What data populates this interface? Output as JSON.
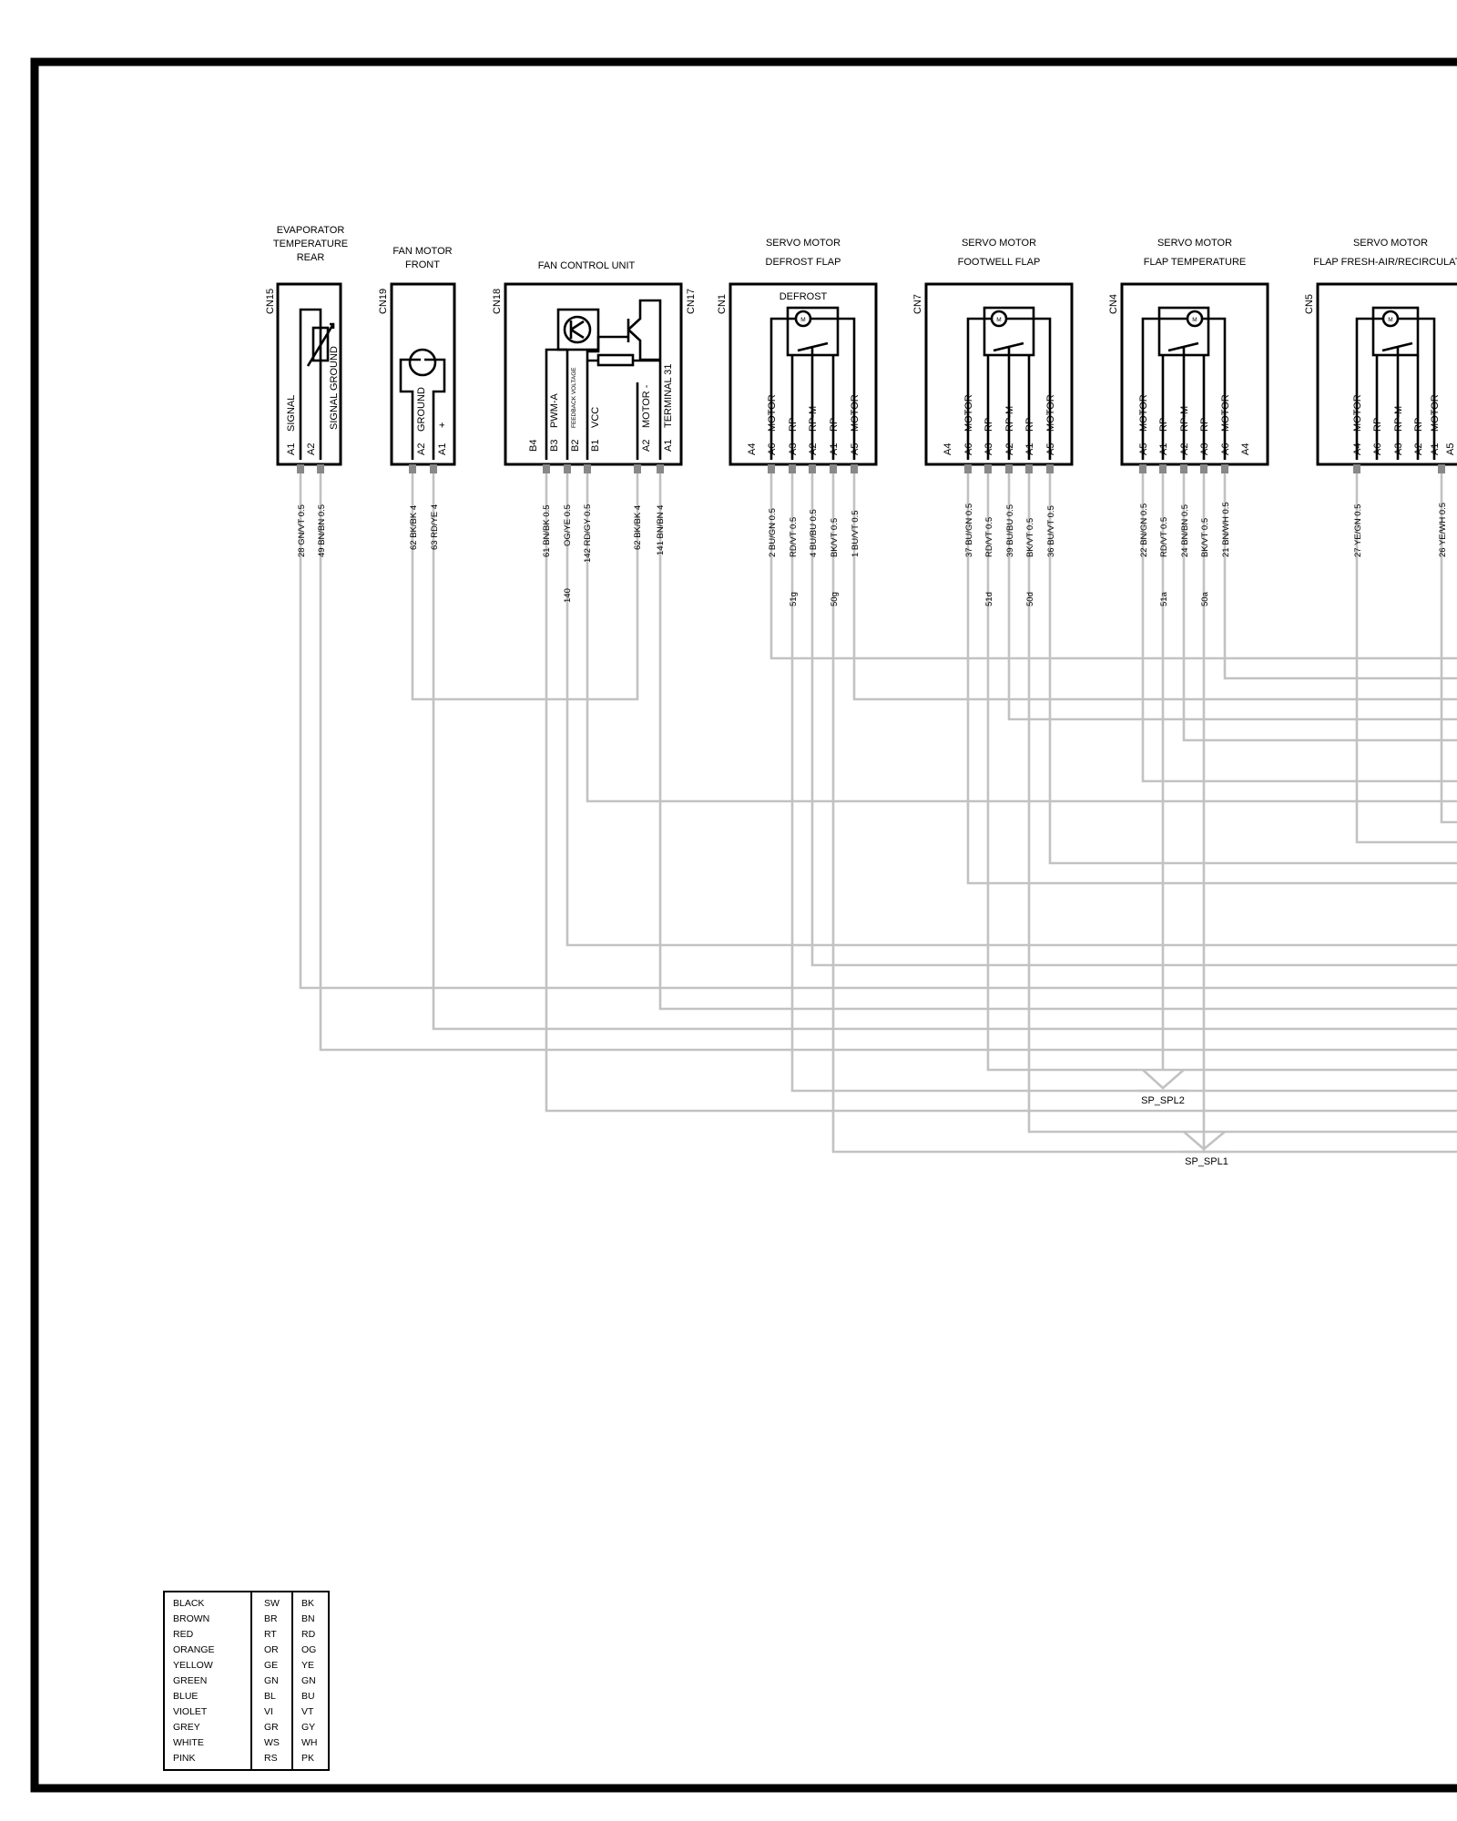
{
  "colors": {
    "frame": "#000000",
    "wire": "#c2c2c2",
    "pin": "#888888"
  },
  "components": [
    {
      "id": "CN15",
      "title": [
        "EVAPORATOR",
        "TEMPERATURE",
        "REAR"
      ],
      "pins": [
        "A1",
        "A2"
      ],
      "functions": [
        "SIGNAL",
        "SIGNAL GROUND"
      ],
      "wires": [
        "28 GN/VT 0.5",
        "49 BN/BN 0.5"
      ]
    },
    {
      "id": "CN19",
      "title": [
        "FAN MOTOR",
        "FRONT"
      ],
      "pins": [
        "A2",
        "A1"
      ],
      "functions": [
        "GROUND",
        "+"
      ],
      "wires": [
        "62 BK/BK 4",
        "63 RD/YE 4"
      ]
    },
    {
      "id": "CN18",
      "title": [
        "FAN CONTROL UNIT"
      ],
      "pins": [
        "B4",
        "B3",
        "B2",
        "B1"
      ],
      "functions": [
        "PWM-A",
        "FEEDBACK VOLTAGE",
        "VCC"
      ],
      "wires": [
        "61 BN/BK 0.5",
        "OG/YE 0.5",
        "142 RD/GY 0.5"
      ],
      "junctions": [
        "140"
      ]
    },
    {
      "id": "CN17",
      "pins": [
        "A2",
        "A1"
      ],
      "functions": [
        "MOTOR -",
        "TERMINAL 31"
      ],
      "wires": [
        "62 BK/BK 4",
        "141 BN/BN 4"
      ]
    },
    {
      "id": "CN1",
      "title": [
        "SERVO MOTOR",
        "DEFROST FLAP"
      ],
      "inner": "DEFROST",
      "pins": [
        "A4",
        "A6",
        "A3",
        "A2",
        "A1",
        "A5"
      ],
      "functions": [
        "MOTOR",
        "RP",
        "RP-M",
        "RP",
        "MOTOR"
      ],
      "wires": [
        "2 BU/GN 0.5",
        "RD/VT 0.5",
        "4 BU/BU 0.5",
        "BK/VT 0.5",
        "1 BU/VT 0.5"
      ],
      "junctions": [
        "51g",
        "50g"
      ]
    },
    {
      "id": "CN7",
      "title": [
        "SERVO MOTOR",
        "FOOTWELL FLAP"
      ],
      "pins": [
        "A4",
        "A6",
        "A3",
        "A2",
        "A1",
        "A5"
      ],
      "functions": [
        "MOTOR",
        "RP",
        "RP-M",
        "RP",
        "MOTOR"
      ],
      "wires": [
        "37 BU/GN 0.5",
        "RD/VT 0.5",
        "39 BU/BU 0.5",
        "BK/VT 0.5",
        "36 BU/VT 0.5"
      ],
      "junctions": [
        "51d",
        "50d"
      ]
    },
    {
      "id": "CN4",
      "title": [
        "SERVO MOTOR",
        "FLAP TEMPERATURE"
      ],
      "pins": [
        "A5",
        "A1",
        "A2",
        "A3",
        "A6",
        "A4"
      ],
      "functions": [
        "MOTOR",
        "RP",
        "RP-M",
        "RP",
        "MOTOR"
      ],
      "wires": [
        "22 BN/GN 0.5",
        "RD/VT 0.5",
        "24 BN/BN 0.5",
        "BK/VT 0.5",
        "21 BN/WH 0.5"
      ],
      "junctions": [
        "51a",
        "50a"
      ]
    },
    {
      "id": "CN5",
      "title": [
        "SERVO MOTOR",
        "FLAP FRESH-AIR/RECIRCULATE"
      ],
      "pins": [
        "A4",
        "A6",
        "A3",
        "A2",
        "A1",
        "A5"
      ],
      "functions": [
        "MOTOR",
        "RP",
        "RP-M",
        "RP",
        "MOTOR"
      ],
      "wires": [
        "27 YE/GN 0.5",
        "26 YE/WH 0.5"
      ]
    }
  ],
  "splices": [
    "SP_SPL2",
    "SP_SPL1"
  ],
  "legend": [
    [
      "BLACK",
      "SW",
      "BK"
    ],
    [
      "BROWN",
      "BR",
      "BN"
    ],
    [
      "RED",
      "RT",
      "RD"
    ],
    [
      "ORANGE",
      "OR",
      "OG"
    ],
    [
      "YELLOW",
      "GE",
      "YE"
    ],
    [
      "GREEN",
      "GN",
      "GN"
    ],
    [
      "BLUE",
      "BL",
      "BU"
    ],
    [
      "VIOLET",
      "VI",
      "VT"
    ],
    [
      "GREY",
      "GR",
      "GY"
    ],
    [
      "WHITE",
      "WS",
      "WH"
    ],
    [
      "PINK",
      "RS",
      "PK"
    ]
  ]
}
